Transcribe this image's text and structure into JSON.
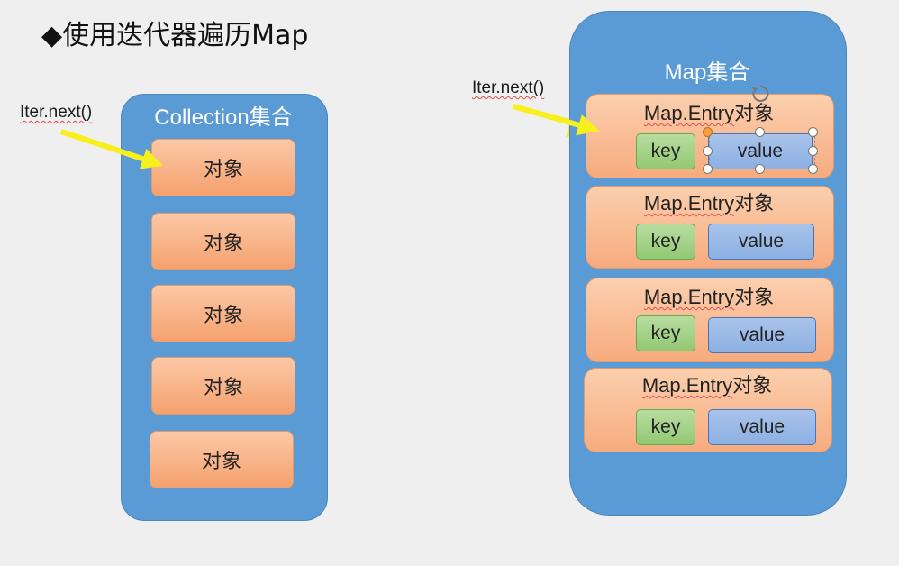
{
  "title": "◆使用迭代器遍历Map",
  "left": {
    "iter_label": "Iter.next()",
    "container_title": "Collection集合",
    "items": [
      "对象",
      "对象",
      "对象",
      "对象",
      "对象"
    ]
  },
  "right": {
    "iter_label": "Iter.next()",
    "container_title": "Map集合",
    "entries": [
      {
        "title_underlined": "Map.Entry",
        "title_rest": "对象",
        "key": "key",
        "value": "value"
      },
      {
        "title_underlined": "Map.Entry",
        "title_rest": "对象",
        "key": "key",
        "value": "value"
      },
      {
        "title_underlined": "Map.Entry",
        "title_rest": "对象",
        "key": "key",
        "value": "value"
      },
      {
        "title_underlined": "Map.Entry",
        "title_rest": "对象",
        "key": "key",
        "value": "value"
      }
    ]
  },
  "colors": {
    "container_blue": "#5b9bd5",
    "object_orange": "#f8b088",
    "key_green": "#a6d38a",
    "value_blue": "#9bbbe8",
    "arrow_yellow": "#f7f01e"
  }
}
